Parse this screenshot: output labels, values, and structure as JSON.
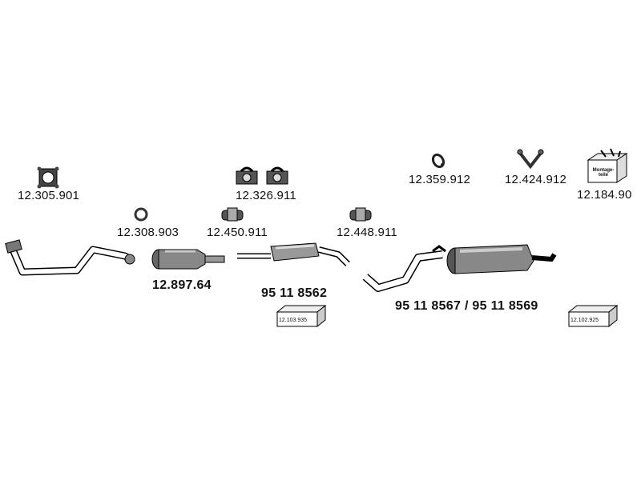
{
  "parts": {
    "square_flange_gasket": "12.305.901",
    "clamp_pair": "12.326.911",
    "hanger_ring": "12.359.912",
    "v_hanger": "12.424.912",
    "mounting_kit": "12.184.90",
    "mounting_kit_label": "Montage-teile",
    "ring_gasket": "12.308.903",
    "u_clamp_1": "12.450.911",
    "u_clamp_2": "12.448.911",
    "front_pipe_catalyst": "12.897.64",
    "middle_silencer": "95 11 8562",
    "rear_silencer": "95 11 8567 / 95 11 8569",
    "box_1": "12.103.935",
    "box_2": "12.102.925"
  }
}
